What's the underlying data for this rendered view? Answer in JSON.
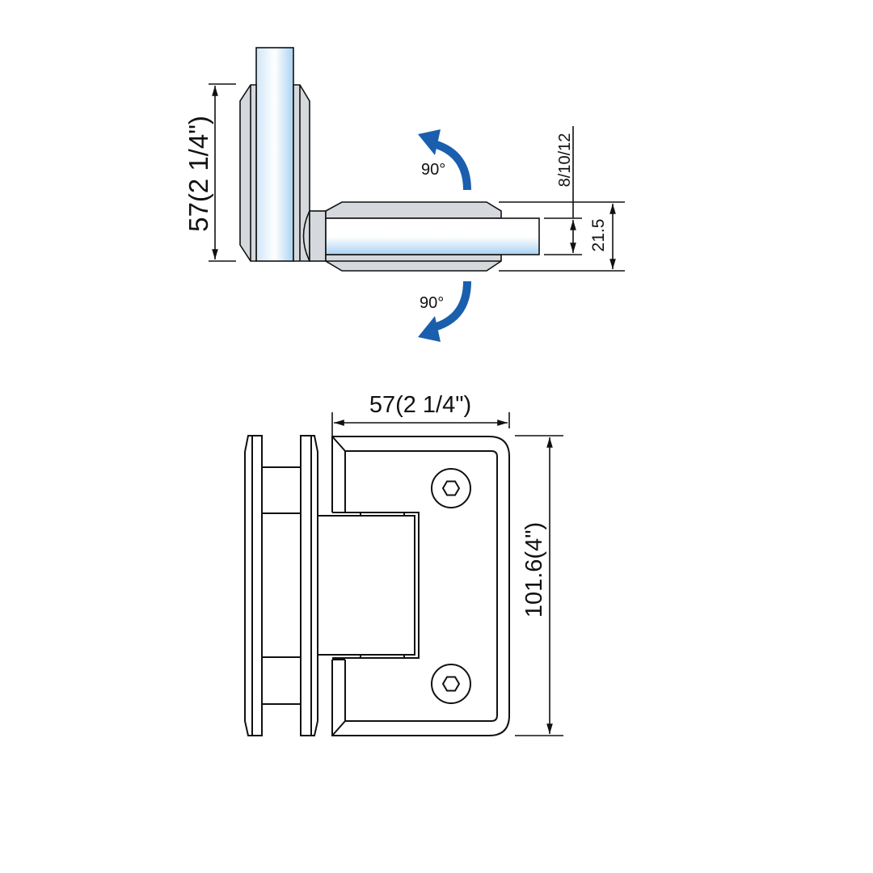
{
  "top_view": {
    "height_label": "57(2 1/4\")",
    "glass_thickness_label": "8/10/12",
    "clamp_thickness_label": "21.5",
    "rotation_up_label": "90°",
    "rotation_down_label": "90°"
  },
  "front_view": {
    "width_label": "57(2 1/4\")",
    "height_label": "101.6(4\")"
  },
  "colors": {
    "arrow": "#1a5fae",
    "glass_light": "#ffffff",
    "glass_blue": "#a9d2f2",
    "metal": "#d5d8dc"
  }
}
